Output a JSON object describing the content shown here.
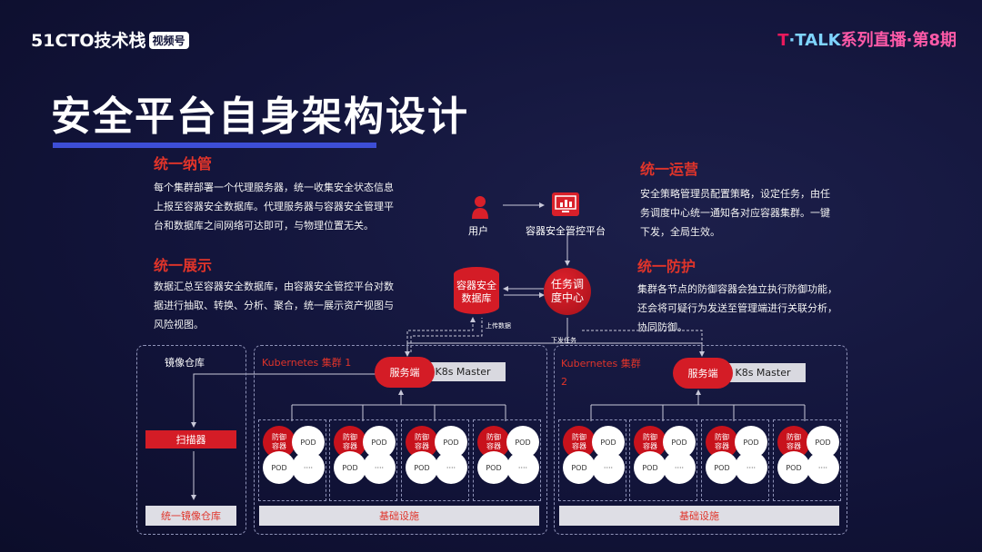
{
  "brand": {
    "logo_main": "51CTO技术栈",
    "logo_badge": "视频号",
    "series_t": "T",
    "series_talk": "·TALK",
    "series_cn": "系列直播·第8期"
  },
  "slide": {
    "title": "安全平台自身架构设计"
  },
  "sections": [
    {
      "heading": "统一纳管",
      "lines": [
        "每个集群部署一个代理服务器，统一收集安全状态信息",
        "上报至容器安全数据库。代理服务器与容器安全管理平",
        "台和数据库之间网络可达即可，与物理位置无关。"
      ]
    },
    {
      "heading": "统一展示",
      "lines": [
        "数据汇总至容器安全数据库，由容器安全管控平台对数",
        "据进行抽取、转换、分析、聚合，统一展示资产视图与",
        "风险视图。"
      ]
    },
    {
      "heading": "统一运营",
      "lines": [
        "安全策略管理员配置策略，设定任务，由任",
        "务调度中心统一通知各对应容器集群。一键",
        "下发，全局生效。"
      ]
    },
    {
      "heading": "统一防护",
      "lines": [
        "集群各节点的防御容器会独立执行防御功能，",
        "还会将可疑行为发送至管理端进行关联分析，",
        "协同防御。"
      ]
    }
  ],
  "diagram": {
    "user": "用户",
    "platform": "容器安全管控平台",
    "db": [
      "容器安全",
      "数据库"
    ],
    "scheduler": [
      "任务调",
      "度中心"
    ],
    "upload": "上传数据",
    "dispatch": "下发任务",
    "registry_title": "镜像仓库",
    "scanner": "扫描器",
    "unified_registry": "统一镜像仓库",
    "cluster1": "Kubernetes 集群 1",
    "cluster2_a": "Kubernetes 集群",
    "cluster2_b": "2",
    "server": "服务端",
    "master": "K8s Master",
    "infra": "基础设施",
    "pod": "POD",
    "dots": "····",
    "defense": [
      "防御",
      "容器"
    ]
  }
}
